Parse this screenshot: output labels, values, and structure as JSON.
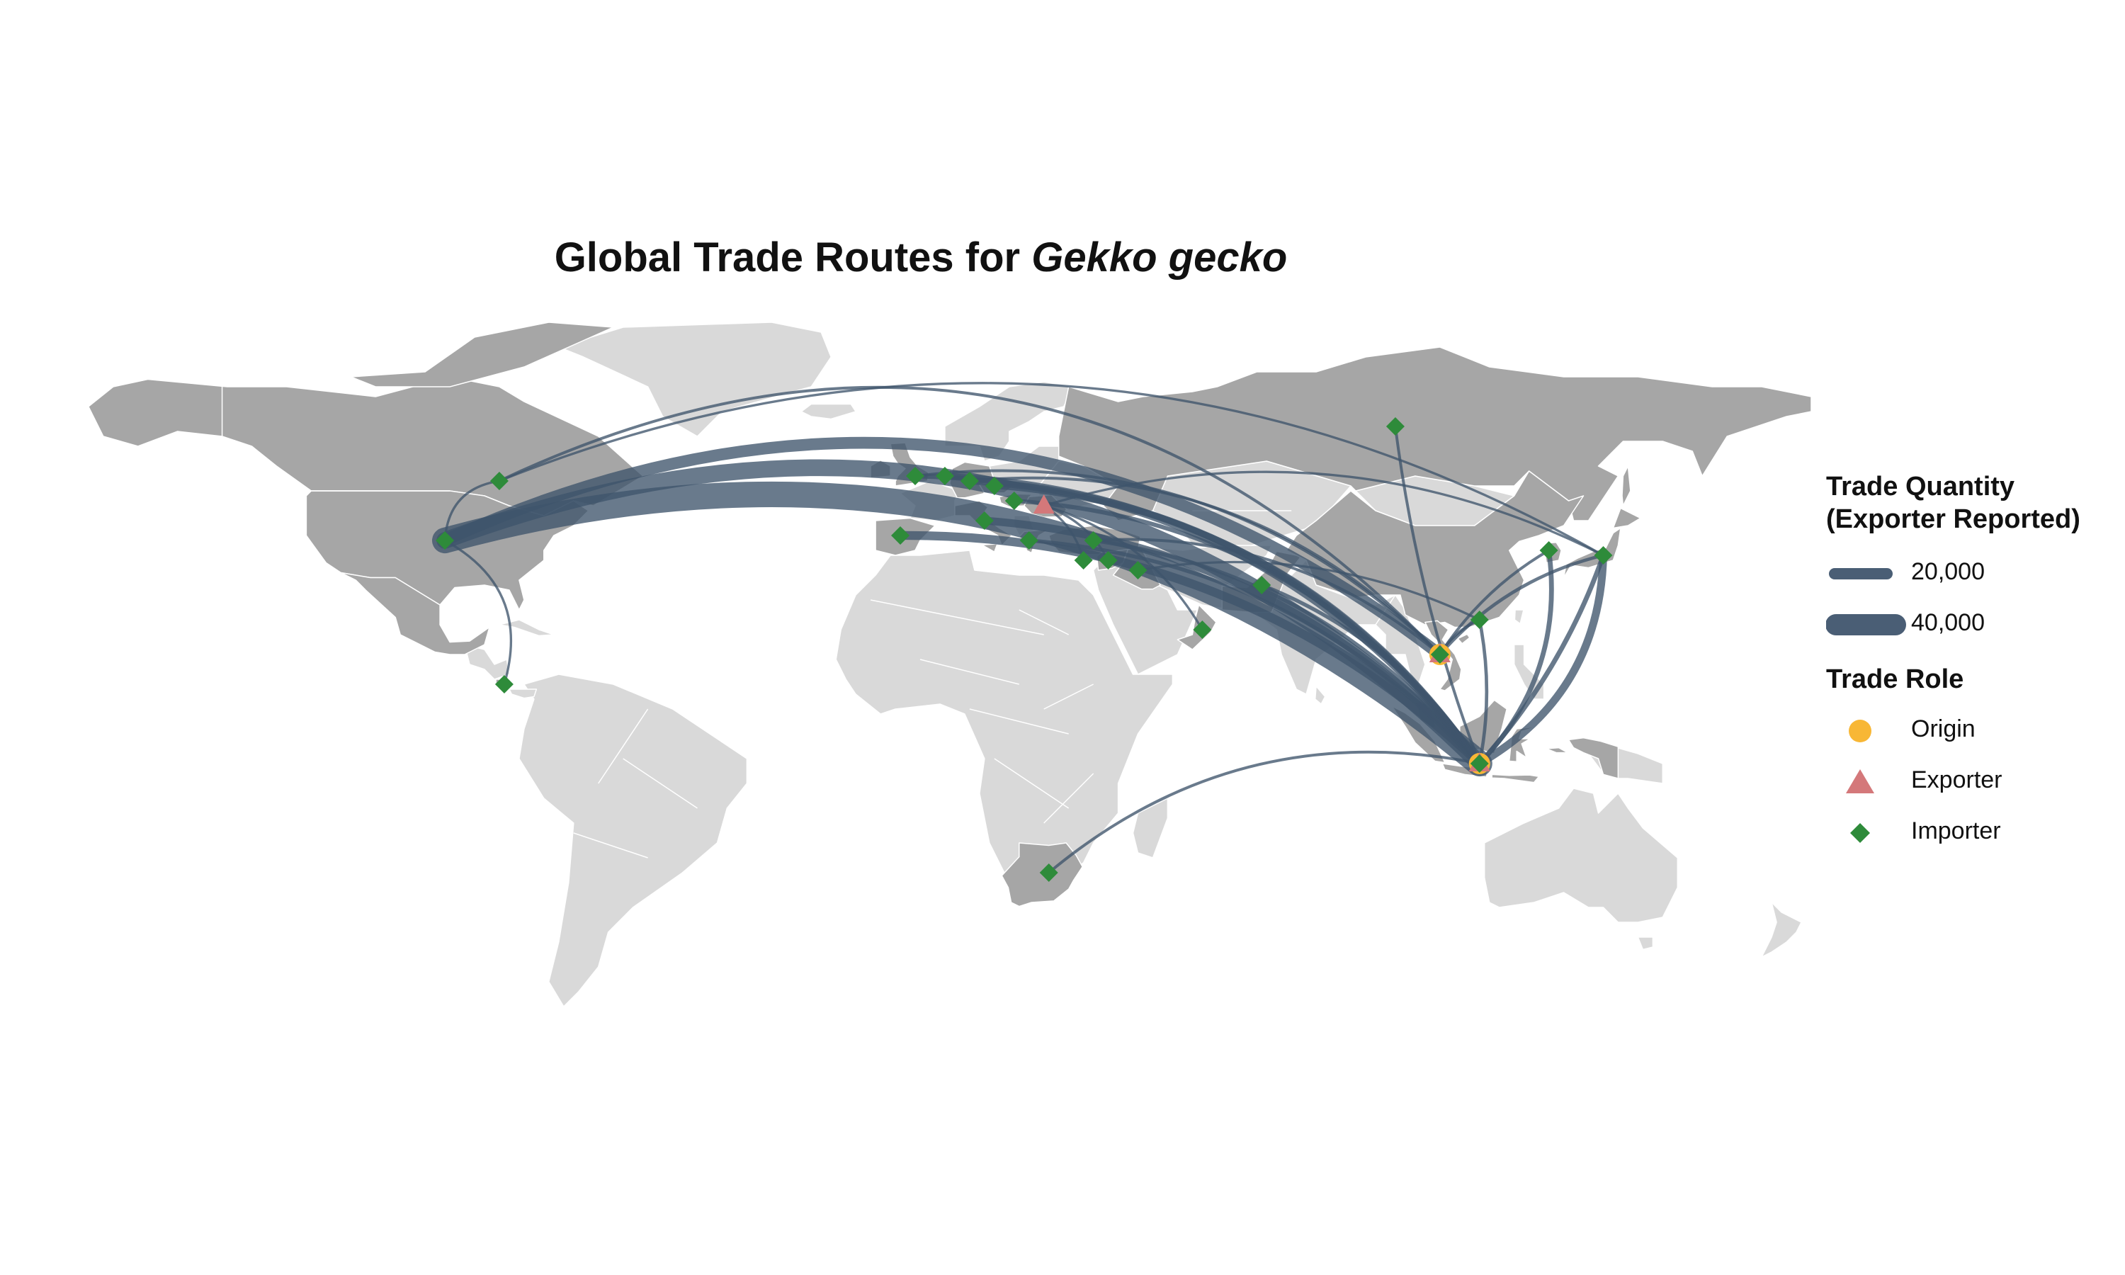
{
  "title": {
    "main": "Global Trade Routes for ",
    "species": "Gekko gecko"
  },
  "legend": {
    "quantity_title_line1": "Trade Quantity",
    "quantity_title_line2": "(Exporter Reported)",
    "quantity_items": [
      {
        "label": "20,000",
        "value": 20000
      },
      {
        "label": "40,000",
        "value": 40000
      }
    ],
    "role_title": "Trade Role",
    "role_items": [
      {
        "label": "Origin",
        "shape": "circle",
        "color": "#F8B735"
      },
      {
        "label": "Exporter",
        "shape": "triangle",
        "color": "#D4787A"
      },
      {
        "label": "Importer",
        "shape": "diamond",
        "color": "#2E8B3A"
      }
    ]
  },
  "colors": {
    "route": "#3F546B",
    "traded_country": "#A6A6A6",
    "other_land": "#D9D9D9",
    "border": "#FFFFFF"
  },
  "chart_data": {
    "type": "map",
    "projection": "equirectangular",
    "traded_countries": [
      "United States",
      "Canada",
      "Mexico",
      "Costa Rica",
      "United Kingdom",
      "Netherlands",
      "Germany",
      "Czech Republic",
      "Hungary",
      "Romania",
      "Spain",
      "Italy",
      "Greece",
      "Turkey",
      "Syria",
      "Iraq",
      "Oman",
      "Pakistan",
      "Russia",
      "China",
      "Vietnam",
      "Japan",
      "South Korea",
      "Indonesia",
      "Malaysia",
      "South Africa"
    ],
    "nodes": [
      {
        "id": "USA",
        "lon": -96,
        "lat": 39,
        "roles": [
          "Importer"
        ]
      },
      {
        "id": "CAN",
        "lon": -85,
        "lat": 51,
        "roles": [
          "Importer"
        ]
      },
      {
        "id": "CRI",
        "lon": -84,
        "lat": 10,
        "roles": [
          "Importer"
        ]
      },
      {
        "id": "GBR",
        "lon": -1,
        "lat": 52,
        "roles": [
          "Importer"
        ]
      },
      {
        "id": "NLD",
        "lon": 5,
        "lat": 52,
        "roles": [
          "Importer"
        ]
      },
      {
        "id": "DEU",
        "lon": 10,
        "lat": 51,
        "roles": [
          "Importer"
        ]
      },
      {
        "id": "CZE",
        "lon": 15,
        "lat": 50,
        "roles": [
          "Importer"
        ]
      },
      {
        "id": "HUN",
        "lon": 19,
        "lat": 47,
        "roles": [
          "Importer"
        ]
      },
      {
        "id": "ROU",
        "lon": 25,
        "lat": 46,
        "roles": [
          "Exporter"
        ]
      },
      {
        "id": "ESP",
        "lon": -4,
        "lat": 40,
        "roles": [
          "Importer"
        ]
      },
      {
        "id": "ITA",
        "lon": 13,
        "lat": 43,
        "roles": [
          "Importer"
        ]
      },
      {
        "id": "GRC",
        "lon": 22,
        "lat": 39,
        "roles": [
          "Importer"
        ]
      },
      {
        "id": "TUR",
        "lon": 35,
        "lat": 39,
        "roles": [
          "Importer"
        ]
      },
      {
        "id": "CYP",
        "lon": 33,
        "lat": 35,
        "roles": [
          "Importer"
        ]
      },
      {
        "id": "SYR",
        "lon": 38,
        "lat": 35,
        "roles": [
          "Importer"
        ]
      },
      {
        "id": "IRQ",
        "lon": 44,
        "lat": 33,
        "roles": [
          "Importer"
        ]
      },
      {
        "id": "OMN",
        "lon": 57,
        "lat": 21,
        "roles": [
          "Importer"
        ]
      },
      {
        "id": "PAK",
        "lon": 69,
        "lat": 30,
        "roles": [
          "Importer"
        ]
      },
      {
        "id": "RUS",
        "lon": 96,
        "lat": 62,
        "roles": [
          "Importer"
        ]
      },
      {
        "id": "CHN",
        "lon": 113,
        "lat": 23,
        "roles": [
          "Importer"
        ]
      },
      {
        "id": "VNM",
        "lon": 105,
        "lat": 16,
        "roles": [
          "Origin",
          "Exporter",
          "Importer"
        ]
      },
      {
        "id": "KOR",
        "lon": 127,
        "lat": 37,
        "roles": [
          "Importer"
        ]
      },
      {
        "id": "JPN",
        "lon": 138,
        "lat": 36,
        "roles": [
          "Importer"
        ]
      },
      {
        "id": "IDN",
        "lon": 113,
        "lat": -6,
        "roles": [
          "Origin",
          "Exporter",
          "Importer"
        ]
      },
      {
        "id": "ZAF",
        "lon": 26,
        "lat": -28,
        "roles": [
          "Importer"
        ]
      }
    ],
    "routes": [
      {
        "from": "IDN",
        "to": "USA",
        "quantity": 48000,
        "bend": 0.13
      },
      {
        "from": "IDN",
        "to": "USA",
        "quantity": 30000,
        "bend": 0.16
      },
      {
        "from": "VNM",
        "to": "USA",
        "quantity": 20000,
        "bend": 0.15
      },
      {
        "from": "IDN",
        "to": "ESP",
        "quantity": 14000,
        "bend": 0.1
      },
      {
        "from": "IDN",
        "to": "ITA",
        "quantity": 12000,
        "bend": 0.1
      },
      {
        "from": "IDN",
        "to": "DEU",
        "quantity": 10000,
        "bend": 0.12
      },
      {
        "from": "IDN",
        "to": "NLD",
        "quantity": 8000,
        "bend": 0.12
      },
      {
        "from": "IDN",
        "to": "CZE",
        "quantity": 8000,
        "bend": 0.12
      },
      {
        "from": "IDN",
        "to": "GBR",
        "quantity": 6000,
        "bend": 0.12
      },
      {
        "from": "IDN",
        "to": "HUN",
        "quantity": 5000,
        "bend": 0.12
      },
      {
        "from": "IDN",
        "to": "GRC",
        "quantity": 4000,
        "bend": 0.1
      },
      {
        "from": "IDN",
        "to": "TUR",
        "quantity": 4000,
        "bend": 0.1
      },
      {
        "from": "IDN",
        "to": "PAK",
        "quantity": 4000,
        "bend": 0.08
      },
      {
        "from": "IDN",
        "to": "CHN",
        "quantity": 3000,
        "bend": 0.05
      },
      {
        "from": "IDN",
        "to": "KOR",
        "quantity": 6000,
        "bend": -0.12
      },
      {
        "from": "IDN",
        "to": "JPN",
        "quantity": 12000,
        "bend": -0.14
      },
      {
        "from": "IDN",
        "to": "JPN",
        "quantity": 6000,
        "bend": -0.05
      },
      {
        "from": "IDN",
        "to": "RUS",
        "quantity": 2000,
        "bend": -0.03
      },
      {
        "from": "IDN",
        "to": "ZAF",
        "quantity": 2000,
        "bend": 0.12
      },
      {
        "from": "VNM",
        "to": "CAN",
        "quantity": 2000,
        "bend": 0.18
      },
      {
        "from": "VNM",
        "to": "GBR",
        "quantity": 2000,
        "bend": 0.12
      },
      {
        "from": "VNM",
        "to": "DEU",
        "quantity": 2000,
        "bend": 0.12
      },
      {
        "from": "VNM",
        "to": "CHN",
        "quantity": 2000,
        "bend": 0.08
      },
      {
        "from": "VNM",
        "to": "JPN",
        "quantity": 3000,
        "bend": 0.08
      },
      {
        "from": "VNM",
        "to": "KOR",
        "quantity": 2000,
        "bend": 0.06
      },
      {
        "from": "VNM",
        "to": "TUR",
        "quantity": 2000,
        "bend": 0.1
      },
      {
        "from": "ROU",
        "to": "OMN",
        "quantity": 1000,
        "bend": 0.1
      },
      {
        "from": "ROU",
        "to": "JPN",
        "quantity": 1000,
        "bend": 0.1
      },
      {
        "from": "ROU",
        "to": "SYR",
        "quantity": 1000,
        "bend": 0.1
      },
      {
        "from": "ROU",
        "to": "CYP",
        "quantity": 1000,
        "bend": 0.1
      },
      {
        "from": "USA",
        "to": "CAN",
        "quantity": 1000,
        "bend": 0.2
      },
      {
        "from": "USA",
        "to": "CRI",
        "quantity": 1000,
        "bend": 0.2
      },
      {
        "from": "JPN",
        "to": "CAN",
        "quantity": 1000,
        "bend": 0.12
      },
      {
        "from": "CHN",
        "to": "IRQ",
        "quantity": 1000,
        "bend": 0.08
      }
    ]
  }
}
